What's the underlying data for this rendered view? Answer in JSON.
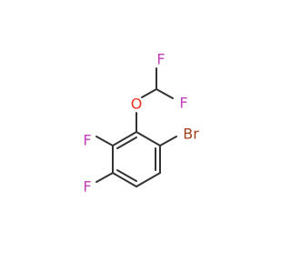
{
  "molecule": {
    "atoms": {
      "o1": {
        "label": "O",
        "color": "#e8331f"
      },
      "f1": {
        "label": "F",
        "color": "#c040b8"
      },
      "f2": {
        "label": "F",
        "color": "#c040b8"
      },
      "f3": {
        "label": "F",
        "color": "#c040b8"
      },
      "f4": {
        "label": "F",
        "color": "#c040b8"
      },
      "br": {
        "label": "Br",
        "color": "#a5401e"
      }
    },
    "bond_color": "#333333",
    "background": "#ffffff"
  }
}
